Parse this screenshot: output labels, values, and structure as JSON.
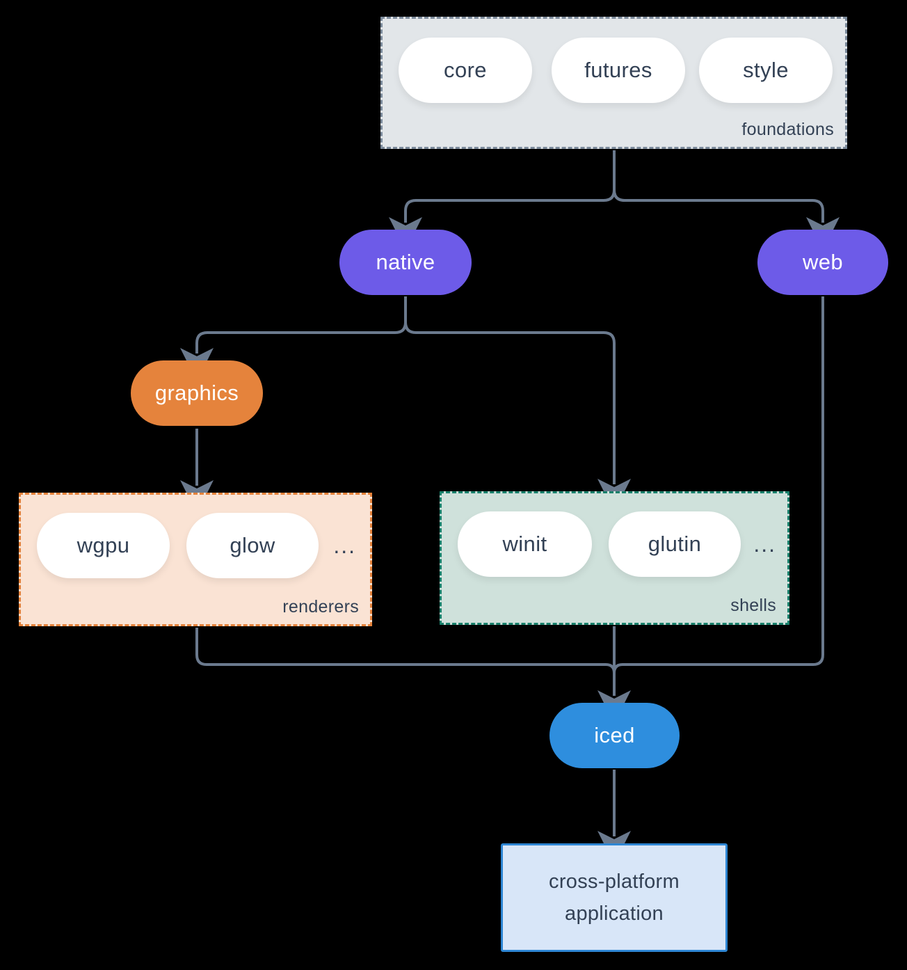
{
  "canvas": {
    "background": "#000000"
  },
  "connector_color": "#6b7a8e",
  "text_color": "#334155",
  "groups": {
    "foundations": {
      "label": "foundations",
      "items": [
        "core",
        "futures",
        "style"
      ],
      "fill": "#e2e6e9",
      "border_color": "#7b8a9b",
      "border_style": "dashed"
    },
    "renderers": {
      "label": "renderers",
      "items": [
        "wgpu",
        "glow"
      ],
      "ellipsis": "...",
      "fill": "#fae3d4",
      "border_color": "#e5823a",
      "border_style": "dashed"
    },
    "shells": {
      "label": "shells",
      "items": [
        "winit",
        "glutin"
      ],
      "ellipsis": "...",
      "fill": "#cfe1db",
      "border_color": "#18806b",
      "border_style": "dashed"
    }
  },
  "nodes": {
    "native": {
      "label": "native",
      "fill": "#6d5be8"
    },
    "web": {
      "label": "web",
      "fill": "#6d5be8"
    },
    "graphics": {
      "label": "graphics",
      "fill": "#e5833c"
    },
    "iced": {
      "label": "iced",
      "fill": "#2e8ede"
    },
    "application": {
      "label": "cross-platform application",
      "fill": "#d8e6f8",
      "border_color": "#2e86d3"
    }
  },
  "edges": [
    {
      "from": "foundations",
      "to": "native"
    },
    {
      "from": "foundations",
      "to": "web"
    },
    {
      "from": "native",
      "to": "graphics"
    },
    {
      "from": "native",
      "to": "shells"
    },
    {
      "from": "graphics",
      "to": "renderers"
    },
    {
      "from": "renderers",
      "to": "iced"
    },
    {
      "from": "shells",
      "to": "iced"
    },
    {
      "from": "web",
      "to": "iced"
    },
    {
      "from": "iced",
      "to": "application"
    }
  ]
}
